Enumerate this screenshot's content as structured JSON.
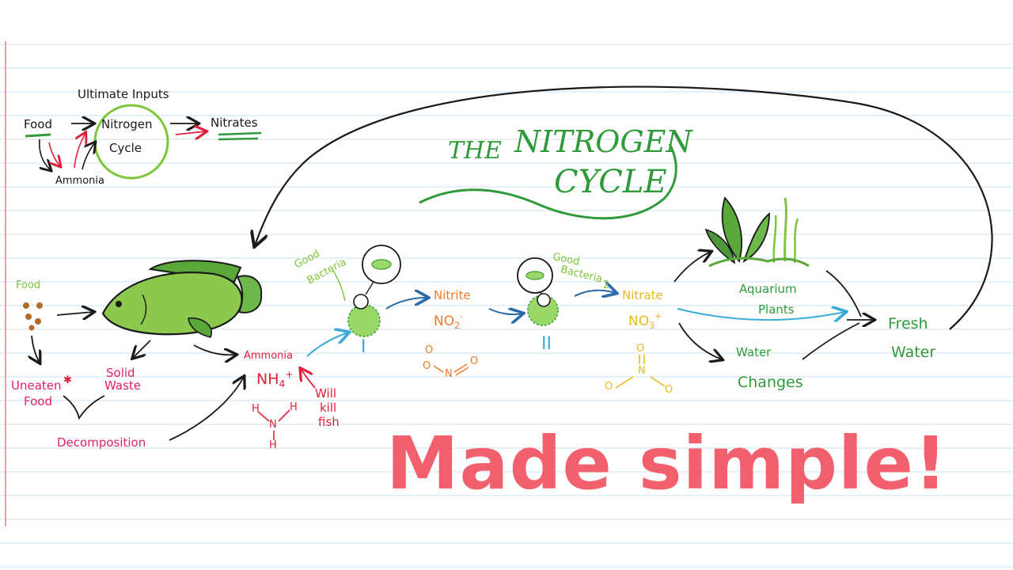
{
  "colors": {
    "black": "#1a1a1a",
    "green": "#2f9a3a",
    "lime": "#7cc63a",
    "red": "#e0203a",
    "pink": "#e0206a",
    "orange": "#f07a2a",
    "yellow": "#e8b820",
    "blue": "#3aaad8",
    "headline": "#f2606e",
    "rule": "#cfe0ec",
    "margin": "#f19a9a"
  },
  "inset": {
    "heading": "Ultimate Inputs",
    "food": "Food",
    "nitrogen": "Nitrogen",
    "cycle": "Cycle",
    "nitrates": "Nitrates",
    "ammonia": "Ammonia"
  },
  "title": {
    "the": "THE",
    "nitrogen": "NITROGEN",
    "cycle": "CYCLE"
  },
  "left": {
    "food": "Food",
    "uneaten_food": "Uneaten",
    "uneaten_food_2": "Food",
    "solid_waste": "Solid",
    "solid_waste_2": "Waste",
    "decomposition": "Decomposition"
  },
  "ammonia": {
    "name": "Ammonia",
    "formula_main": "NH",
    "formula_sub": "4",
    "formula_sup": "+",
    "note_1": "Will",
    "note_2": "kill",
    "note_3": "fish",
    "atom_n": "N",
    "atom_h": "H"
  },
  "stage1": {
    "bacteria_1": "Good",
    "bacteria_2": "Bacteria",
    "numeral": "I"
  },
  "nitrite": {
    "name": "Nitrite",
    "formula_main": "NO",
    "formula_sub": "2",
    "formula_sup": "-",
    "atom_o": "O",
    "atom_n": "N"
  },
  "stage2": {
    "bacteria_1": "Good",
    "bacteria_2": "Bacteria",
    "bacteria_3": "2",
    "numeral": "II"
  },
  "nitrate": {
    "name": "Nitrate",
    "formula_main": "NO",
    "formula_sub": "3",
    "formula_sup": "+",
    "atom_o": "O",
    "atom_n": "N"
  },
  "right": {
    "plants_1": "Aquarium",
    "plants_2": "Plants",
    "water": "Water",
    "changes": "Changes",
    "fresh": "Fresh",
    "fresh_water": "Water"
  },
  "headline": "Made simple!"
}
